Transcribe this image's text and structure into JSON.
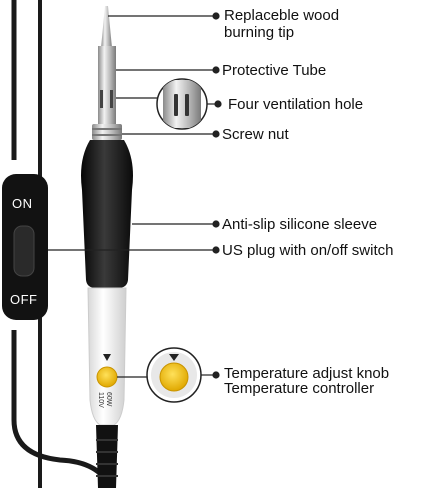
{
  "labels": {
    "tip_line1": "Replaceble wood",
    "tip_line2": "burning tip",
    "tube": "Protective Tube",
    "vent": "Four ventilation hole",
    "nut": "Screw nut",
    "sleeve": "Anti-slip silicone sleeve",
    "plug": "US plug with on/off switch",
    "knob_line1": "Temperature adjust knob",
    "knob_line2": "Temperature controller"
  },
  "switch": {
    "on": "ON",
    "off": "OFF"
  },
  "handle": {
    "spec1": "110V",
    "spec2": "60W"
  },
  "colors": {
    "leader": "#222222",
    "cable": "#1a1a1a",
    "sleeve": "#141414",
    "knob": "#f2c400",
    "handle": "#f4f4f4"
  }
}
